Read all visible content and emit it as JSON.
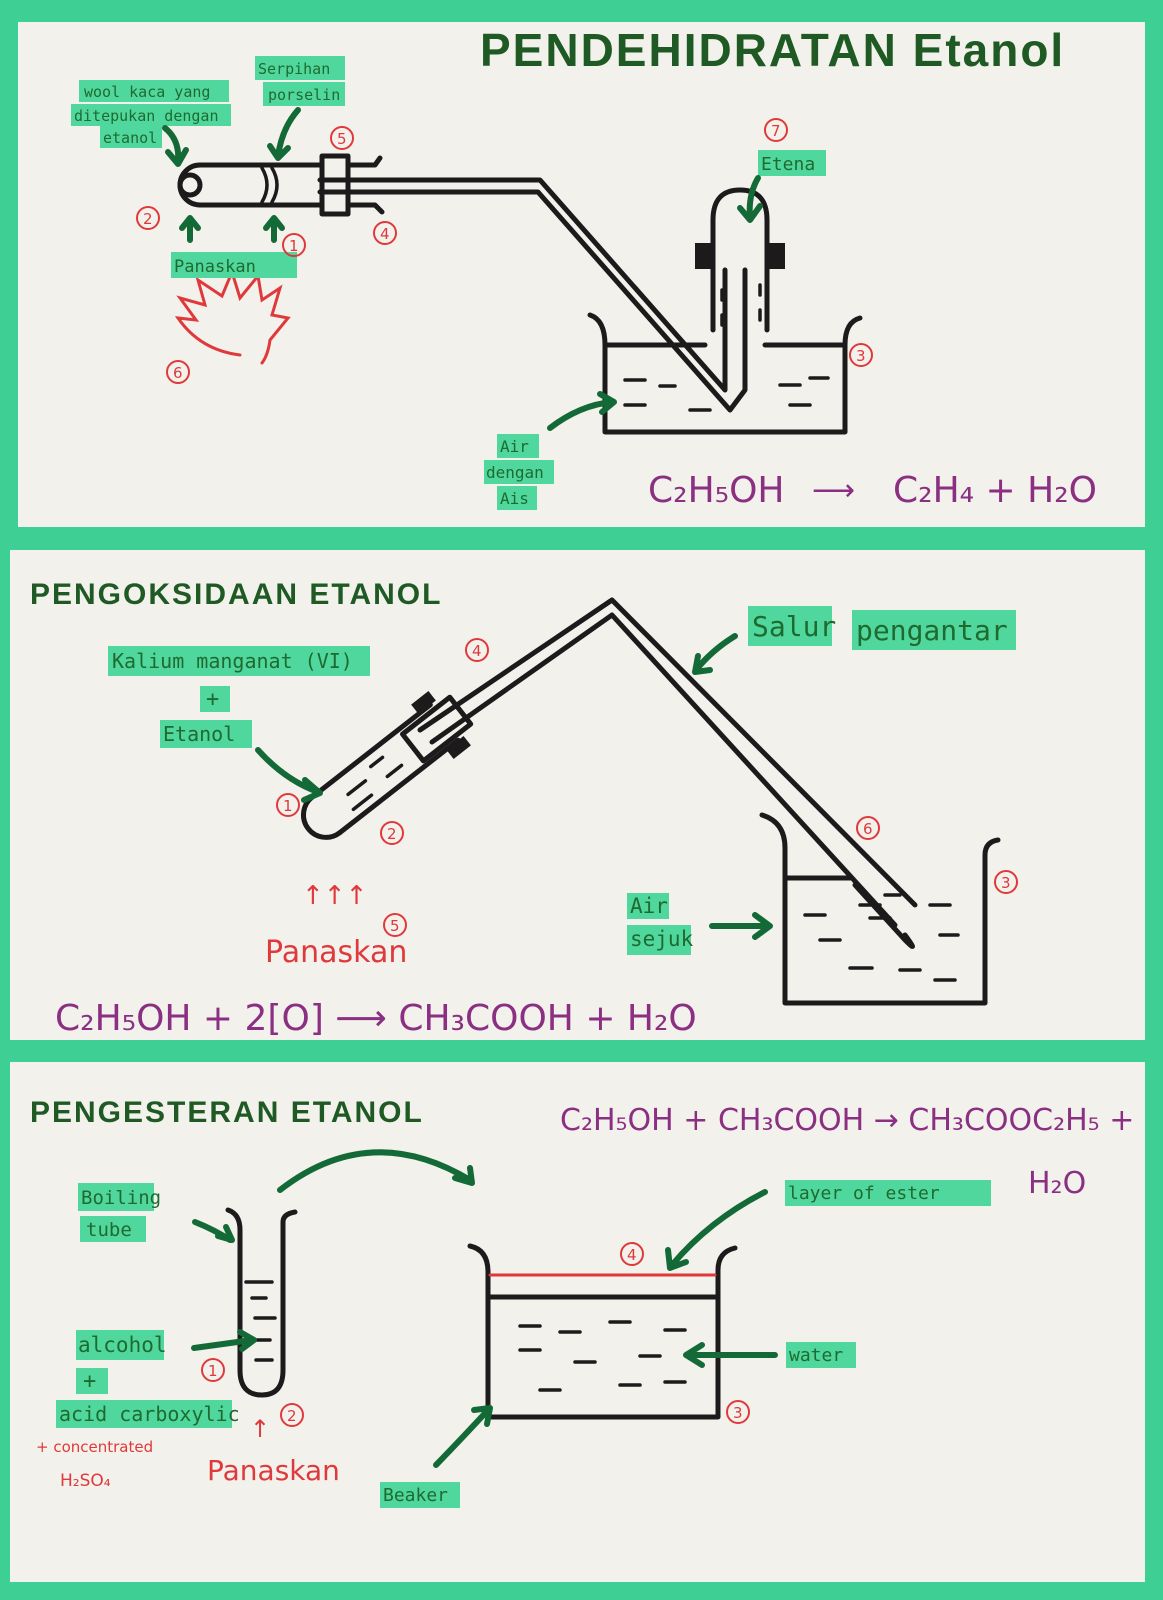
{
  "colors": {
    "frame": "#3ecf95",
    "highlight": "#4fd79e",
    "title": "#1f5a24",
    "equation": "#8a2f82",
    "number": "#e0393b",
    "arrow": "#146a37"
  },
  "section1": {
    "title": "PENDEHIDRATAN Etanol",
    "labels": {
      "wool1": "wool kaca yang",
      "wool2": "ditepukan dengan",
      "wool3": "etanol",
      "serpihan1": "Serpihan",
      "serpihan2": "porselin",
      "panaskan": "Panaskan",
      "etena": "Etena",
      "air1": "Air",
      "air2": "dengan",
      "air3": "Ais"
    },
    "numbers": [
      "1",
      "2",
      "3",
      "4",
      "5",
      "6",
      "7"
    ],
    "equation": {
      "left": "C₂H₅OH",
      "arrow": "⟶",
      "right": "C₂H₄ + H₂O"
    }
  },
  "section2": {
    "title": "PENGOKSIDAAN ETANOL",
    "labels": {
      "kalium": "Kalium manganat (VI)",
      "plus": "+",
      "etanol": "Etanol",
      "salur1": "Salur",
      "salur2": "pengantar",
      "airsejuk1": "Air",
      "airsejuk2": "sejuk",
      "panaskan": "Panaskan",
      "heat": "↑↑↑"
    },
    "numbers": [
      "1",
      "2",
      "3",
      "4",
      "5",
      "6"
    ],
    "equation": "C₂H₅OH + 2[O] ⟶ CH₃COOH + H₂O"
  },
  "section3": {
    "title": "PENGESTERAN ETANOL",
    "labels": {
      "boiling1": "Boiling",
      "boiling2": "tube",
      "alcohol": "alcohol",
      "plus": "+",
      "acid": "acid carboxylic",
      "conc1": "+ concentrated",
      "conc2": "H₂SO₄",
      "panaskan": "Panaskan",
      "layer": "layer of ester",
      "water": "water",
      "beaker": "Beaker",
      "heat": "↑"
    },
    "numbers": [
      "1",
      "2",
      "3",
      "4"
    ],
    "equation": {
      "line1": "C₂H₅OH + CH₃COOH → CH₃COOC₂H₅ +",
      "line2": "H₂O"
    }
  }
}
